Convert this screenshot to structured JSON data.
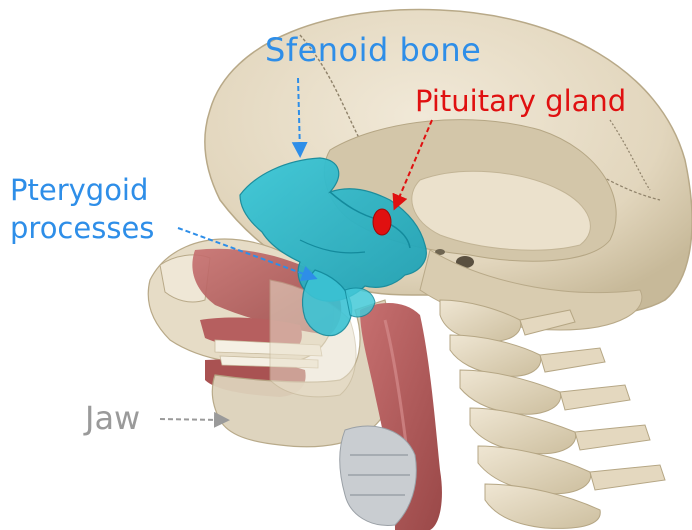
{
  "image": {
    "description_hint": "3D anatomical render of a human skull and cervical spine, lateral view, with sphenoid bone highlighted in cyan and pituitary gland in red",
    "colors": {
      "background": "#ffffff",
      "bone": "#e7dcc6",
      "bone_shadow": "#c9bca2",
      "sphenoid": "#2ab7c9",
      "pituitary": "#e01010",
      "muscle": "#b05a5a",
      "label_blue": "#2e8ee8",
      "label_red": "#e01010",
      "label_gray": "#9a9a9a"
    }
  },
  "labels": {
    "sfenoid": "Sfenoid bone",
    "pituitary": "Pituitary gland",
    "pterygoid_line1": "Pterygoid",
    "pterygoid_line2": "processes",
    "jaw": "Jaw"
  }
}
